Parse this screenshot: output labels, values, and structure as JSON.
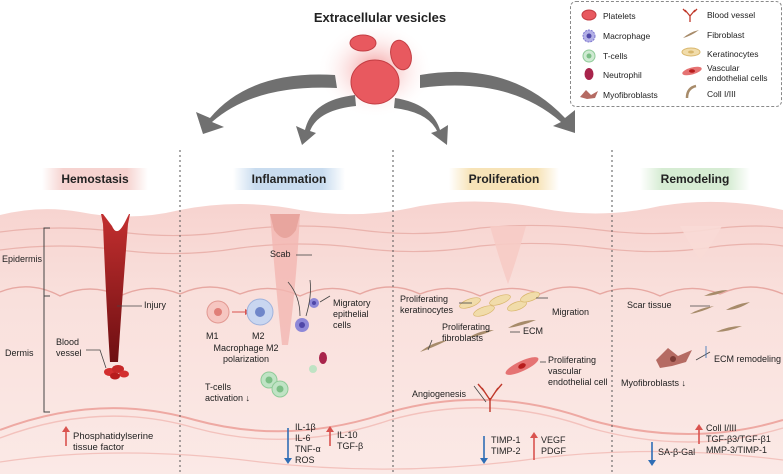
{
  "title": "Extracellular vesicles",
  "legend": [
    {
      "label": "Platelets",
      "icon": "platelet-icon"
    },
    {
      "label": "Macrophage",
      "icon": "macrophage-icon"
    },
    {
      "label": "T-cells",
      "icon": "t-cell-icon"
    },
    {
      "label": "Neutrophil",
      "icon": "neutrophil-icon"
    },
    {
      "label": "Myofibroblasts",
      "icon": "myofibroblast-icon"
    },
    {
      "label": "Blood vessel",
      "icon": "blood-vessel-icon"
    },
    {
      "label": "Fibroblast",
      "icon": "fibroblast-icon"
    },
    {
      "label": "Keratinocytes",
      "icon": "keratinocyte-icon"
    },
    {
      "label": "Vascular endothelial cells",
      "label_line1": "Vascular",
      "label_line2": "endothelial cells",
      "icon": "endothelial-cell-icon"
    },
    {
      "label": "Coll I/III",
      "icon": "collagen-icon"
    }
  ],
  "phases": [
    {
      "label": "Hemostasis",
      "color": "#f6d3d0"
    },
    {
      "label": "Inflammation",
      "color": "#c9dcef"
    },
    {
      "label": "Proliferation",
      "color": "#f7e3b7"
    },
    {
      "label": "Remodeling",
      "color": "#d6ecd3"
    }
  ],
  "layers": {
    "epidermis": "Epidermis",
    "dermis": "Dermis"
  },
  "hemostasis": {
    "injury": "Injury",
    "blood_vessel": [
      "Blood",
      "vessel"
    ],
    "markers": [
      "Phosphatidylserine",
      "tissue factor"
    ],
    "marker_direction": "up"
  },
  "inflammation": {
    "scab": "Scab",
    "migratory": [
      "Migratory",
      "epithelial",
      "cells"
    ],
    "m1": "M1",
    "m2": "M2",
    "macrophage_polarization": [
      "Macrophage M2",
      "polarization"
    ],
    "tcells": [
      "T-cells",
      "activation ↓"
    ],
    "down_markers": [
      "IL-1β",
      "IL-6",
      "TNF-α",
      "ROS"
    ],
    "up_markers": [
      "IL-10",
      "TGF-β"
    ]
  },
  "proliferation": {
    "prolif_keratinocytes": [
      "Proliferating",
      "keratinocytes"
    ],
    "migration": "Migration",
    "prolif_fibroblasts": [
      "Proliferating",
      "fibroblasts"
    ],
    "ecm": "ECM",
    "prolif_endothelial": [
      "Proliferating",
      "vascular",
      "endothelial cell"
    ],
    "angiogenesis": "Angiogenesis",
    "down_markers": [
      "TIMP-1",
      "TIMP-2"
    ],
    "up_markers": [
      "VEGF",
      "PDGF"
    ]
  },
  "remodeling": {
    "scar": "Scar tissue",
    "ecm_remodeling": "ECM remodeling",
    "myofibroblasts": "Myofibroblasts ↓",
    "down_markers": [
      "SA-β-Gal"
    ],
    "up_markers": [
      "Coll I/III",
      "TGF-β3/TGF-β1",
      "MMP-3/TIMP-1"
    ]
  },
  "colors": {
    "up_arrow": "#d9534f",
    "down_arrow": "#2f6db5",
    "vesicle": "#e8595f",
    "arrow_gray": "#707070",
    "blood": "#8b1a1a"
  }
}
